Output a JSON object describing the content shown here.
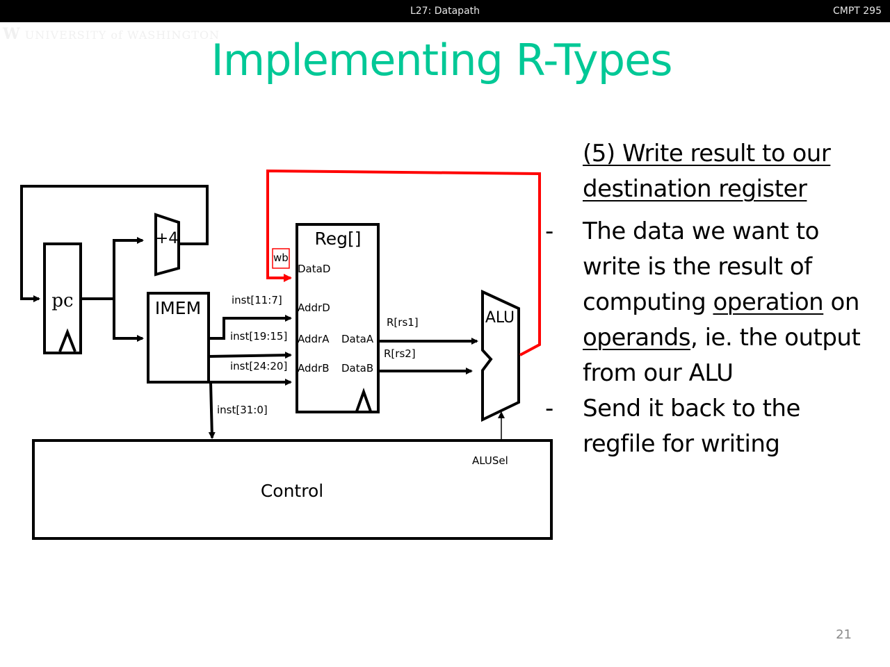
{
  "header": {
    "lecture": "L27: Datapath",
    "course": "CMPT 295",
    "watermark_logo": "W",
    "watermark_text": "UNIVERSITY of WASHINGTON"
  },
  "slide": {
    "title": "Implementing R-Types",
    "page_number": "21",
    "title_color": "#00c896",
    "highlight_color": "#ff0000"
  },
  "diagram": {
    "pc_label": "pc",
    "adder_label": "+4",
    "imem_label": "IMEM",
    "regfile": {
      "title": "Reg[]",
      "wb_label": "wb",
      "ports": {
        "data_d": "DataD",
        "addr_d": "AddrD",
        "addr_a": "AddrA",
        "addr_b": "AddrB",
        "data_a": "DataA",
        "data_b": "DataB"
      }
    },
    "wires": {
      "inst_rd": "inst[11:7]",
      "inst_rs1": "inst[19:15]",
      "inst_rs2": "inst[24:20]",
      "inst_full": "inst[31:0]",
      "rs1_val": "R[rs1]",
      "rs2_val": "R[rs2]",
      "alusel": "ALUSel"
    },
    "alu_label": "ALU",
    "control_label": "Control"
  },
  "notes": {
    "heading": "(5) Write result to our destination register",
    "bullets": [
      {
        "dash": "-",
        "parts": [
          {
            "text": "The data we want to write is the result of computing ",
            "underline": false
          },
          {
            "text": "operation",
            "underline": true
          },
          {
            "text": " on ",
            "underline": false
          },
          {
            "text": "operands",
            "underline": true
          },
          {
            "text": ", ie. the output from our ALU",
            "underline": false
          }
        ]
      },
      {
        "dash": "-",
        "parts": [
          {
            "text": "Send it back to the regfile for writing",
            "underline": false
          }
        ]
      }
    ]
  }
}
